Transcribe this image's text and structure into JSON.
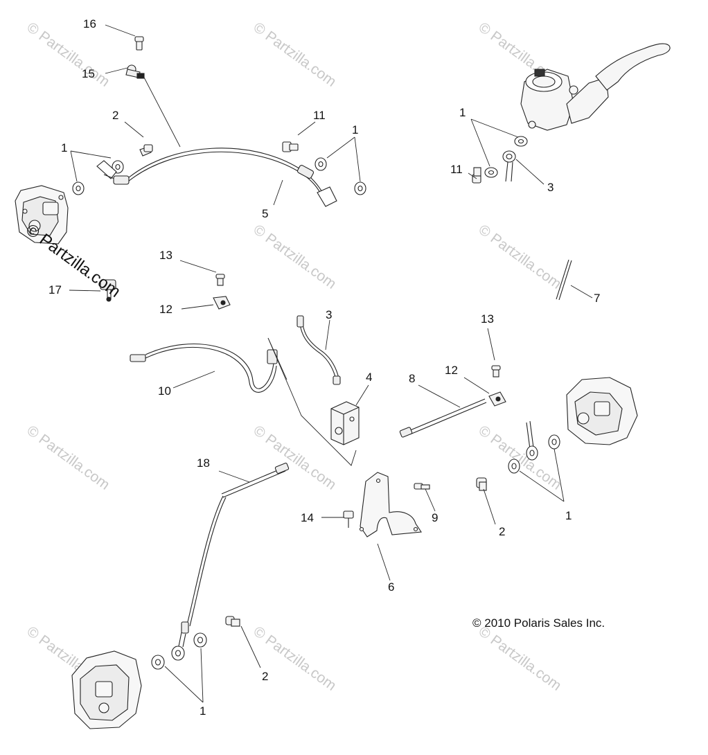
{
  "watermark": {
    "faint_text": "© Partzilla.com",
    "main_text": "© Partzilla.com"
  },
  "copyright": "© 2010 Polaris Sales Inc.",
  "callouts": [
    {
      "id": "c16",
      "label": "16"
    },
    {
      "id": "c15",
      "label": "15"
    },
    {
      "id": "c2a",
      "label": "2"
    },
    {
      "id": "c1a",
      "label": "1"
    },
    {
      "id": "c11a",
      "label": "11"
    },
    {
      "id": "c1b",
      "label": "1"
    },
    {
      "id": "c5",
      "label": "5"
    },
    {
      "id": "c1c",
      "label": "1"
    },
    {
      "id": "c11b",
      "label": "11"
    },
    {
      "id": "c3a",
      "label": "3"
    },
    {
      "id": "c13a",
      "label": "13"
    },
    {
      "id": "c17",
      "label": "17"
    },
    {
      "id": "c12a",
      "label": "12"
    },
    {
      "id": "c7",
      "label": "7"
    },
    {
      "id": "c3b",
      "label": "3"
    },
    {
      "id": "c13b",
      "label": "13"
    },
    {
      "id": "c4",
      "label": "4"
    },
    {
      "id": "c8",
      "label": "8"
    },
    {
      "id": "c12b",
      "label": "12"
    },
    {
      "id": "c10",
      "label": "10"
    },
    {
      "id": "c18",
      "label": "18"
    },
    {
      "id": "c14",
      "label": "14"
    },
    {
      "id": "c9",
      "label": "9"
    },
    {
      "id": "c2b",
      "label": "2"
    },
    {
      "id": "c1d",
      "label": "1"
    },
    {
      "id": "c6",
      "label": "6"
    },
    {
      "id": "c2c",
      "label": "2"
    },
    {
      "id": "c1e",
      "label": "1"
    }
  ]
}
